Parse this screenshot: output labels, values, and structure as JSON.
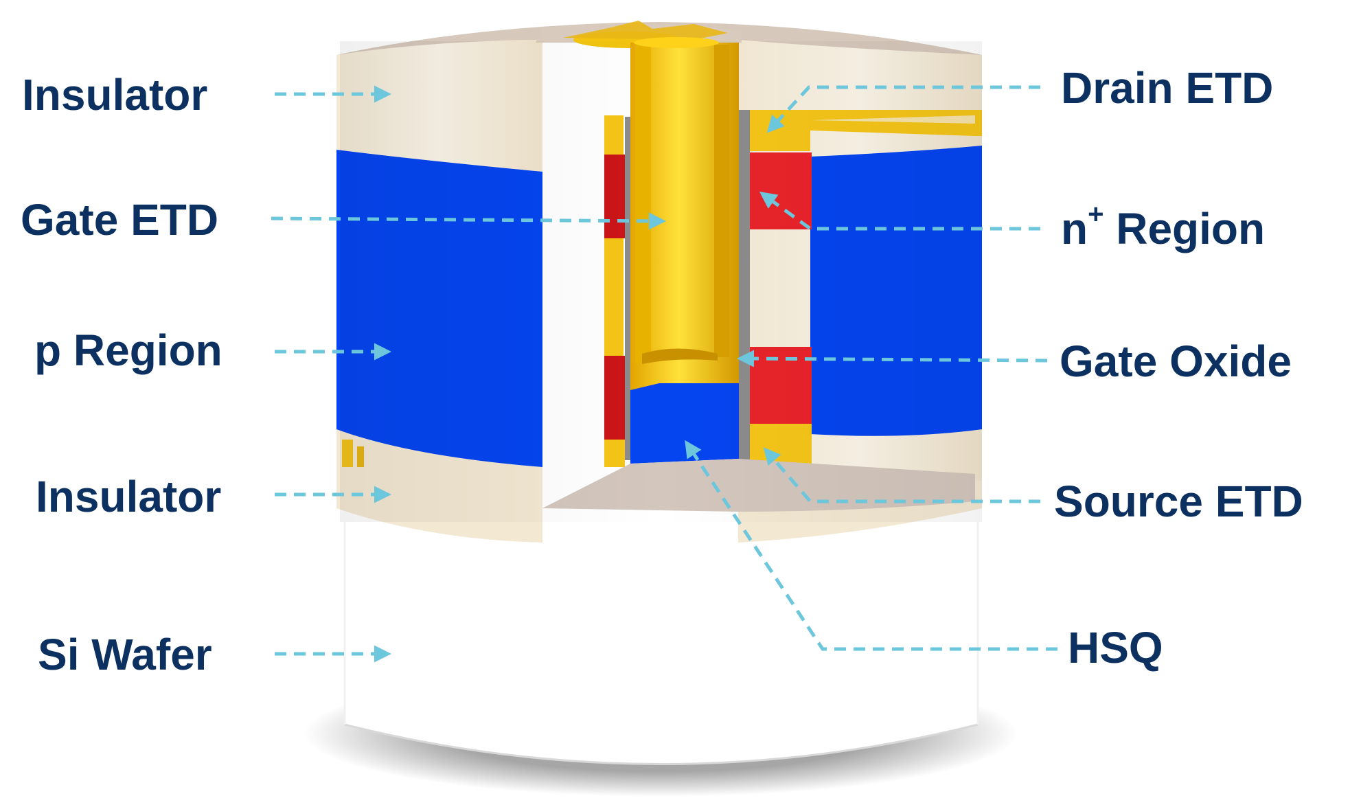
{
  "labels": {
    "insulator_top": "Insulator",
    "gate_etd": "Gate ETD",
    "p_region": "p Region",
    "insulator_bottom": "Insulator",
    "si_wafer": "Si Wafer",
    "drain_etd": "Drain ETD",
    "n_region_base": "n",
    "n_region_sup": "+",
    "n_region_rest": " Region",
    "gate_oxide": "Gate Oxide",
    "source_etd": "Source ETD",
    "hsq": "HSQ"
  },
  "colors": {
    "label_text": "#0c3161",
    "leader_arrow": "#6cc6dc",
    "insulator": "#f2e6ce",
    "p_region": "#0545f0",
    "n_plus_region": "#e8242a",
    "gold_electrode": "#f5c518",
    "gate_oxide": "#8c8c8c",
    "cut_surface": "#d3c6bd",
    "si_wafer": "#ffffff"
  }
}
